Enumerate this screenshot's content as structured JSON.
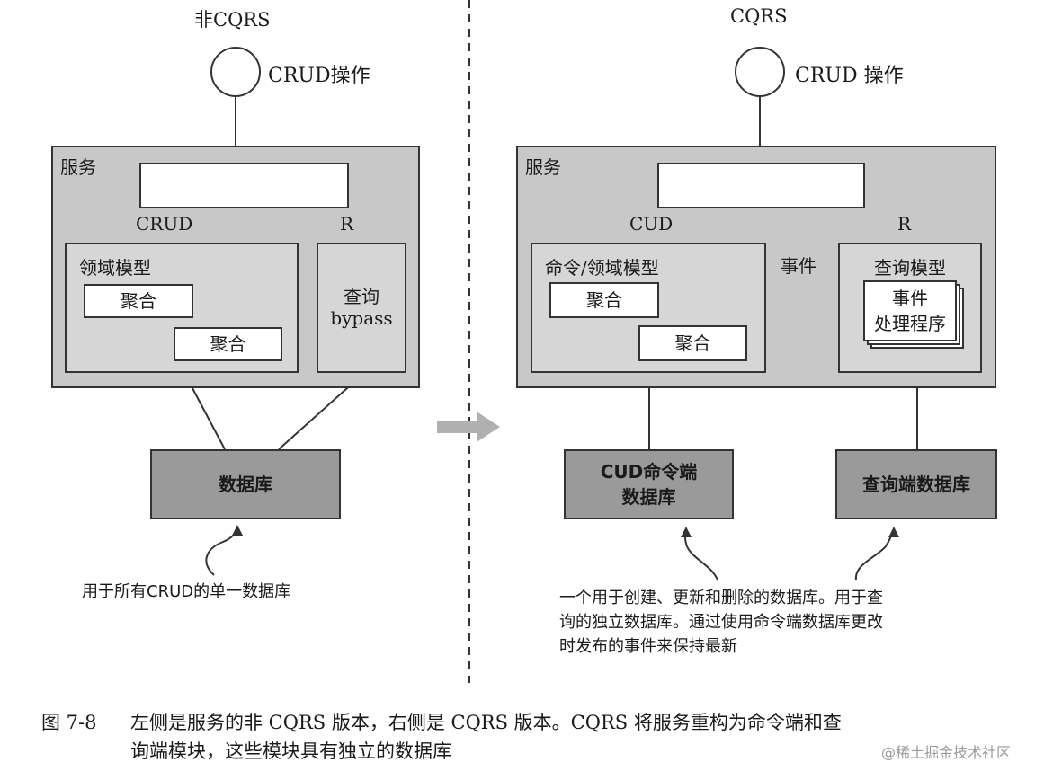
{
  "left": {
    "title": "非CQRS",
    "operation": "CRUD操作",
    "service_label": "服务",
    "link_left_label": "CRUD",
    "link_right_label": "R",
    "domain_model_label": "领域模型",
    "aggregate_1": "聚合",
    "aggregate_2": "聚合",
    "query_label": "查询",
    "query_sub": "bypass",
    "database_label": "数据库",
    "note": "用于所有CRUD的单一数据库"
  },
  "right": {
    "title": "CQRS",
    "operation": "CRUD 操作",
    "service_label": "服务",
    "link_left_label": "CUD",
    "link_right_label": "R",
    "command_model_label": "命令/领域模型",
    "aggregate_1": "聚合",
    "aggregate_2": "聚合",
    "event_label": "事件",
    "query_model_label": "查询模型",
    "event_handler_line1": "事件",
    "event_handler_line2": "处理程序",
    "command_db_line1": "CUD命令端",
    "command_db_line2": "数据库",
    "query_db_label": "查询端数据库",
    "note_line1": "一个用于创建、更新和删除的数据库。用于查",
    "note_line2": "询的独立数据库。通过使用命令端数据库更改",
    "note_line3": "时发布的事件来保持最新"
  },
  "caption": {
    "figure_number": "图 7-8",
    "line1": "左侧是服务的非 CQRS 版本，右侧是 CQRS 版本。CQRS 将服务重构为命令端和查",
    "line2": "询端模块，这些模块具有独立的数据库"
  },
  "watermark": "@稀土掘金技术社区"
}
